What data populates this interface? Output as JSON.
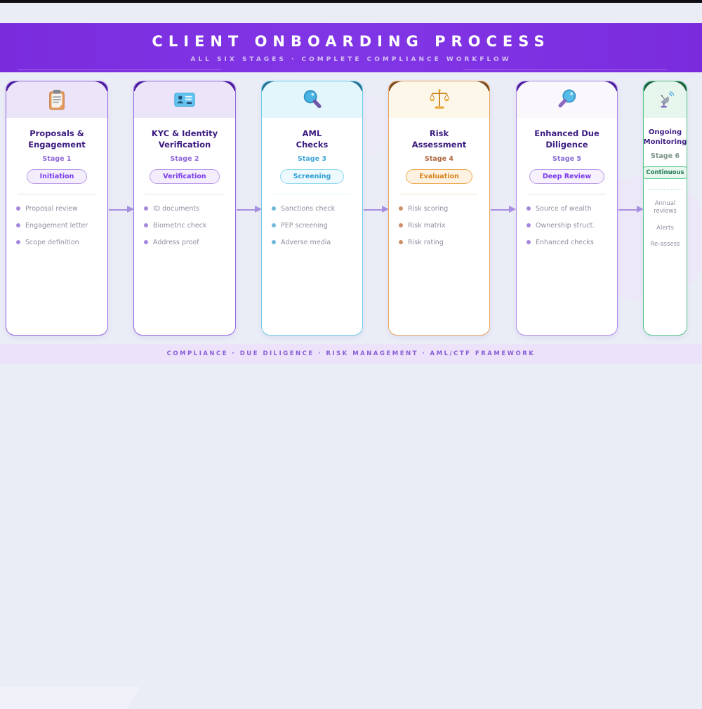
{
  "header": {
    "title": "CLIENT ONBOARDING PROCESS",
    "subtitle": "ALL SIX STAGES · COMPLETE COMPLIANCE WORKFLOW",
    "bg_color": "#7c31e0",
    "text_color": "#ffffff"
  },
  "footer": {
    "text": "COMPLIANCE · DUE DILIGENCE · RISK MANAGEMENT · AML/CTF FRAMEWORK",
    "bg_color": "#ece2fa",
    "text_color": "#8a5ed6"
  },
  "stages": [
    {
      "title": "Proposals & Engagement",
      "title_lines": [
        "Proposals &",
        "Engagement"
      ],
      "stage_label": "Stage 1",
      "badge": "Initiation",
      "icon": "clipboard-icon",
      "accent": "#7c3aed",
      "border_color": "#9267e0",
      "items": [
        "Proposal review",
        "Engagement letter",
        "Scope definition"
      ]
    },
    {
      "title": "KYC & Identity Verification",
      "title_lines": [
        "KYC & Identity",
        "Verification"
      ],
      "stage_label": "Stage 2",
      "badge": "Verification",
      "icon": "id-card-icon",
      "accent": "#7c3aed",
      "border_color": "#9267e0",
      "items": [
        "ID documents",
        "Biometric check",
        "Address proof"
      ]
    },
    {
      "title": "AML Checks",
      "title_lines": [
        "AML",
        "Checks"
      ],
      "stage_label": "Stage 3",
      "badge": "Screening",
      "icon": "magnifier-icon",
      "accent": "#2e9fd4",
      "border_color": "#6fcdec",
      "items": [
        "Sanctions check",
        "PEP screening",
        "Adverse media"
      ]
    },
    {
      "title": "Risk Assessment",
      "title_lines": [
        "Risk",
        "Assessment"
      ],
      "stage_label": "Stage 4",
      "badge": "Evaluation",
      "icon": "scales-icon",
      "accent": "#d8831c",
      "border_color": "#e8a45c",
      "items": [
        "Risk scoring",
        "Risk matrix",
        "Risk rating"
      ]
    },
    {
      "title": "Enhanced Due Diligence",
      "title_lines": [
        "Enhanced Due",
        "Diligence"
      ],
      "stage_label": "Stage 5",
      "badge": "Deep Review",
      "icon": "magnifier-left-icon",
      "accent": "#7c3aed",
      "border_color": "#b08ae8",
      "items": [
        "Source of wealth",
        "Ownership struct.",
        "Enhanced checks"
      ]
    },
    {
      "title": "Ongoing Monitoring",
      "title_lines": [
        "Ongoing",
        "Monitoring"
      ],
      "stage_label": "Stage 6",
      "badge": "Continuous",
      "icon": "satellite-icon",
      "accent": "#1f7a54",
      "border_color": "#52c98a",
      "items": [
        "Annual reviews",
        "Alerts",
        "Re-assess"
      ]
    }
  ]
}
